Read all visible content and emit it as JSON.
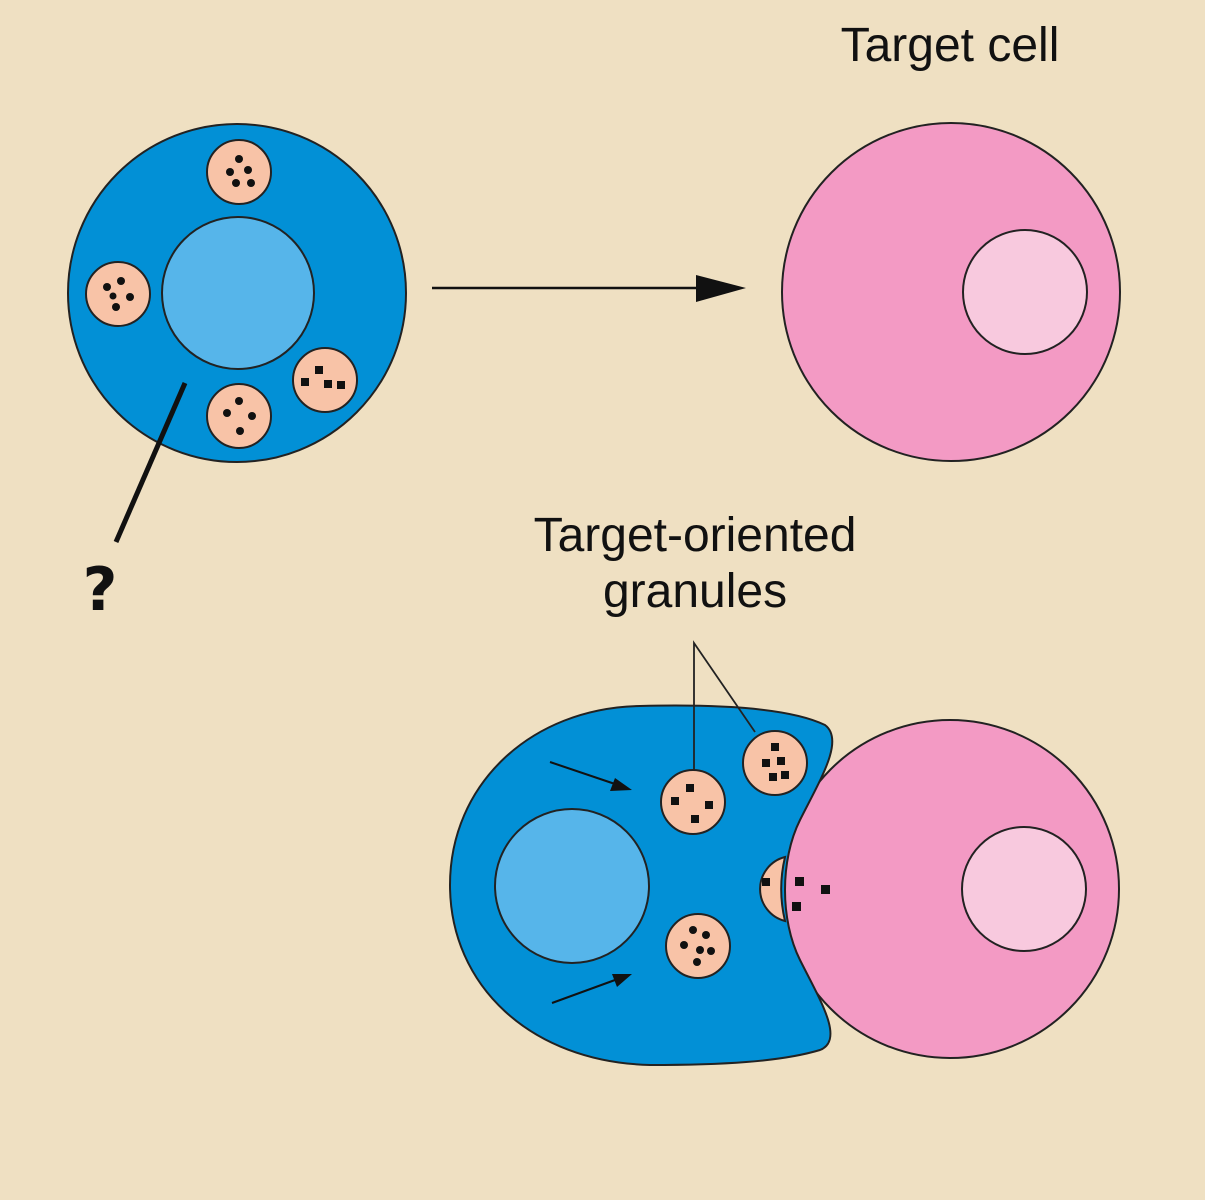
{
  "labels": {
    "target_cell": "Target cell",
    "target_oriented_granules_line1": "Target-oriented",
    "target_oriented_granules_line2": "granules",
    "question_mark": "?"
  },
  "colors": {
    "background": "#EFE0C2",
    "killer_cell_cytoplasm": "#0290D6",
    "killer_cell_nucleus": "#56B5EA",
    "target_cell_cytoplasm": "#F39AC4",
    "target_cell_nucleus": "#F8C9DE",
    "granule": "#F8C3A7",
    "granule_content": "#111111",
    "outline": "#222222"
  }
}
